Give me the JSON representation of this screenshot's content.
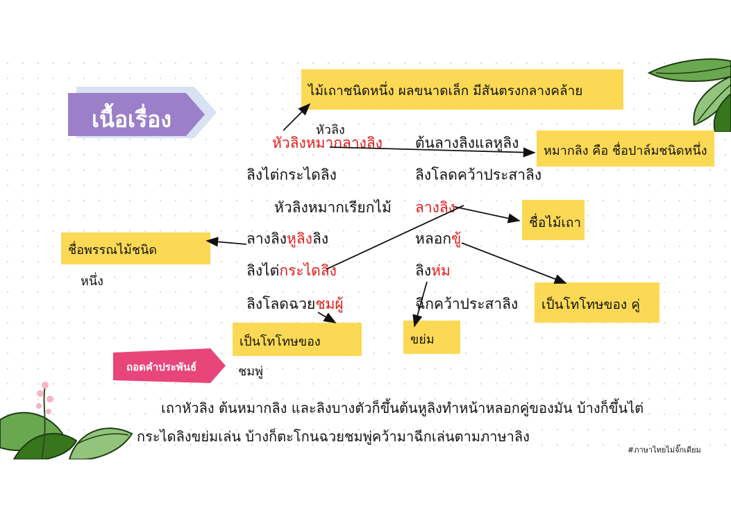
{
  "title": "เนื้อเรื่อง",
  "poem": {
    "l1_red": "หัวลิงหมากลางลิง",
    "l1_right": "ต้นลางลิงแลหูลิง",
    "l2_left": "ลิงไต่กระไดลิง",
    "l2_right": "ลิงโลดคว้าประสาลิง",
    "l3_left": "หัวลิงหมากเรียกไม้",
    "l3_red": "ลางลิง",
    "l4_a": "ลางลิง",
    "l4_red": "หูลิง",
    "l4_b": "ลิง",
    "l4_right_a": "หลอก",
    "l4_right_red": "ขู้",
    "l5_a": "ลิงไต่",
    "l5_red": "กระไดลิง",
    "l5_right_a": "ลิง",
    "l5_right_red": "ห่ม",
    "l6_a": "ลิงโลดฉวย",
    "l6_red": "ชมผู้",
    "l6_right": "ฉีกคว้าประสาลิง"
  },
  "notes": {
    "small_label": "หัวลิง",
    "tree": "ไม้เถาชนิดหนึ่ง ผลขนาดเล็ก มีสันตรงกลางคล้าย",
    "palm": "หมากลิง คือ ชื่อปาล์มชนิดหนึ่ง",
    "vine": "ชื่อไม้เถา",
    "wood_line1": "ชื่อพรรณไม้ชนิด",
    "wood_line2": "หนึ่ง",
    "fault_pair": "เป็นโทโทษของ คู่",
    "fault_line1": "เป็นโทโทษของ",
    "fault_line2": "ชมพู่",
    "yom": "ขย่ม"
  },
  "prose_tag": "ถอดคำประพันธ์",
  "prose": {
    "line1": "เถาหัวลิง ต้นหมากลิง และลิงบางตัวก็ขึ้นต้นหูลิงทำหน้าหลอกคู่ของมัน บ้างก็ขึ้นไต่",
    "line2": "กระไดลิงขย่มเล่น บ้างก็ตะโกนฉวยชมพู่คว้ามาฉีกเล่นตามภาษาลิง"
  },
  "hashtag": "#ภาษาไทยไม่จั๊กเดียม",
  "colors": {
    "accent_red": "#e01b1b",
    "note_yellow": "#fcd955",
    "title_purple": "#9b7fc9",
    "tag_pink": "#e8457a"
  }
}
